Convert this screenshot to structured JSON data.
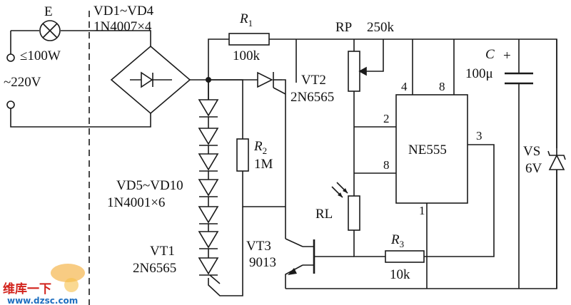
{
  "labels": {
    "lamp_ref": "E",
    "lamp_power": "≤100W",
    "mains_voltage": "~220V",
    "bridge_ref": "VD1~VD4",
    "bridge_part": "1N4007×4",
    "r1_ref": "R",
    "r1_sub": "1",
    "r1_value": "100k",
    "rp_ref": "RP",
    "rp_value": "250k",
    "c_ref": "C",
    "c_value": "100μ",
    "c_polarity": "+",
    "vt2_ref": "VT2",
    "vt2_part": "2N6565",
    "r2_ref": "R",
    "r2_sub": "2",
    "r2_value": "1M",
    "diode_chain_ref": "VD5~VD10",
    "diode_chain_part": "1N4001×6",
    "vt1_ref": "VT1",
    "vt1_part": "2N6565",
    "vt3_ref": "VT3",
    "vt3_part": "9013",
    "rl_ref": "RL",
    "r3_ref": "R",
    "r3_sub": "3",
    "r3_value": "10k",
    "ic_name": "NE555",
    "vs_ref": "VS",
    "vs_value": "6V",
    "pin_4": "4",
    "pin_8_top": "8",
    "pin_2": "2",
    "pin_8_side": "8",
    "pin_3": "3",
    "pin_1": "1"
  },
  "watermark": {
    "cn_text": "维库一下",
    "url": "www.dzsc.com"
  },
  "colors": {
    "line": "#1a1a1a",
    "watermark_red": "#d2231c",
    "watermark_blue": "#1e6fc0"
  }
}
